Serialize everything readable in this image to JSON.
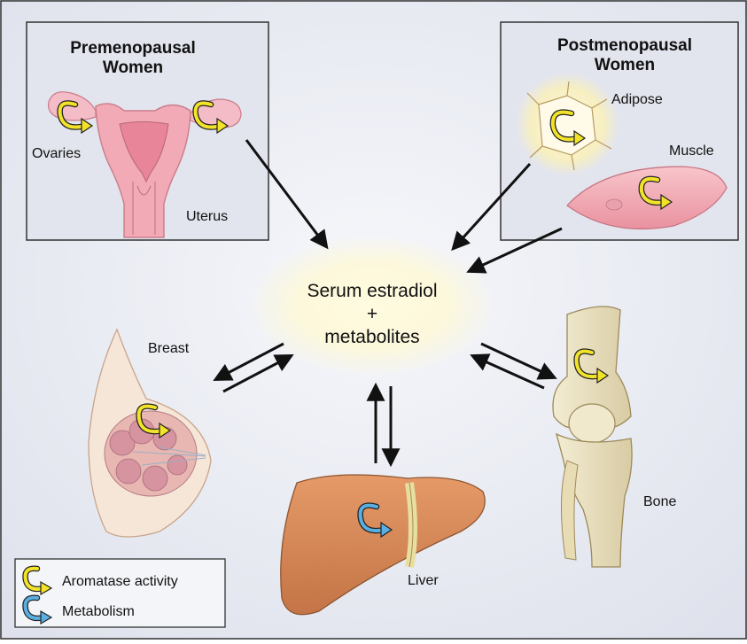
{
  "boxes": {
    "premenopausal_title_line1": "Premenopausal",
    "premenopausal_title_line2": "Women",
    "postmenopausal_title_line1": "Postmenopausal",
    "postmenopausal_title_line2": "Women"
  },
  "labels": {
    "ovaries": "Ovaries",
    "uterus": "Uterus",
    "adipose": "Adipose",
    "muscle": "Muscle",
    "serum_line1": "Serum estradiol",
    "serum_line2": "+",
    "serum_line3": "metabolites",
    "breast": "Breast",
    "liver": "Liver",
    "bone": "Bone"
  },
  "legend": {
    "aromatase": "Aromatase activity",
    "metabolism": "Metabolism"
  },
  "colors": {
    "aromatase_arrow": "#f2e32a",
    "metabolism_arrow": "#5aaee0",
    "background_tint": "#e9ebf2",
    "box_fill": "#e2e4ee",
    "tissue_pink": "#f0aab4",
    "liver_orange": "#d98a58",
    "bone_cream": "#ece3c4"
  },
  "icons": {
    "aromatase": "curved-yellow-arrow-icon",
    "metabolism": "curved-blue-arrow-icon"
  }
}
